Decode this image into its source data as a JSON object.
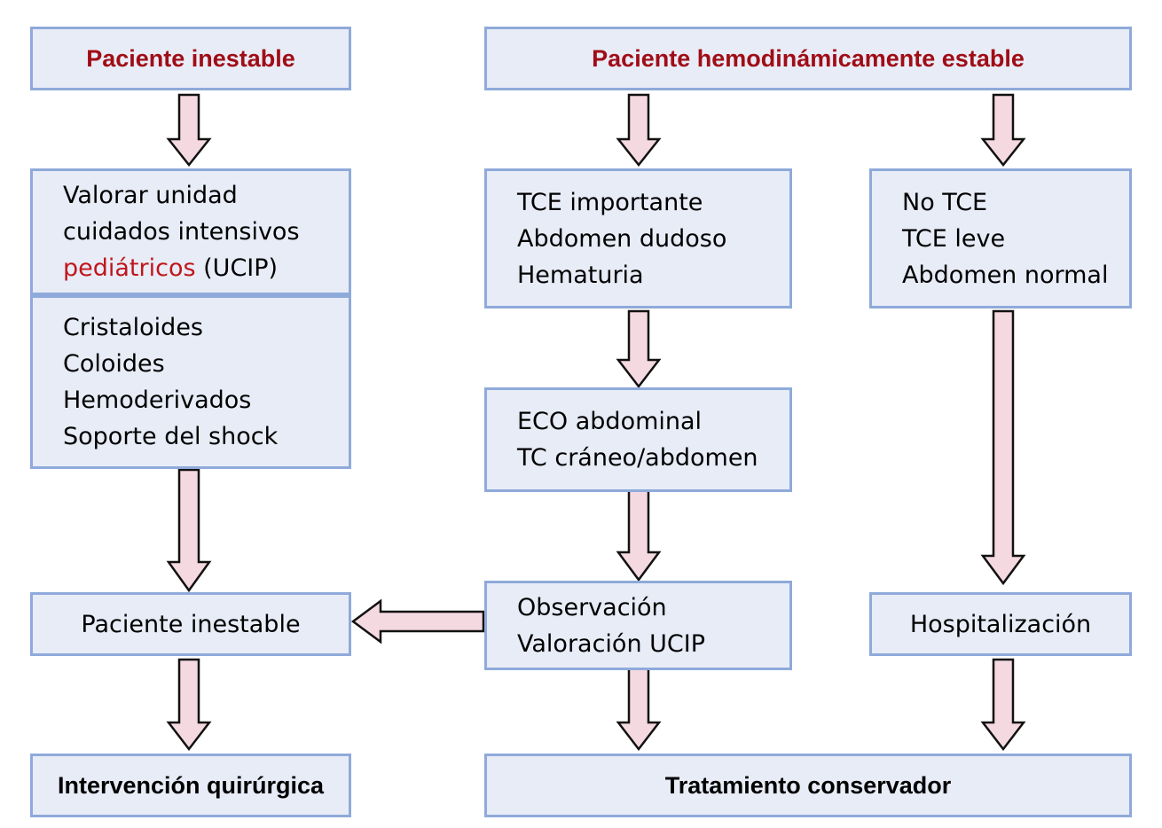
{
  "diagram": {
    "title_color": "#a00d16",
    "box_fill": "#e8ecf7",
    "box_border": "#8faada",
    "arrow_fill": "#f5d9e0",
    "arrow_stroke": "#111111",
    "nodes": {
      "unstable_header": {
        "text": "Paciente inestable"
      },
      "stable_header": {
        "text": "Paciente hemodinámicamente estable"
      },
      "ucip": {
        "line1_red": "Valorar unidad",
        "line2_red": "cuidados intensivos",
        "line3_red": "pediátricos",
        "line3_black": " (UCIP)"
      },
      "fluids": {
        "lines": [
          "Cristaloides",
          "Coloides",
          "Hemoderivados",
          "Soporte del shock"
        ]
      },
      "tce_important": {
        "lines": [
          "TCE importante",
          "Abdomen dudoso",
          "Hematuria"
        ]
      },
      "no_tce": {
        "lines": [
          "No TCE",
          "TCE leve",
          "Abdomen normal"
        ]
      },
      "imaging": {
        "lines": [
          "ECO abdominal",
          "TC cráneo/abdomen"
        ]
      },
      "observation": {
        "lines": [
          "Observación",
          "Valoración UCIP"
        ]
      },
      "unstable_patient": {
        "text": "Paciente inestable"
      },
      "hospitalization": {
        "text": "Hospitalización"
      },
      "surgery": {
        "text": "Intervención quirúrgica"
      },
      "conservative": {
        "text": "Tratamiento conservador"
      }
    },
    "arrows": [
      {
        "name": "arrow-unstable-header-to-ucip",
        "direction": "down"
      },
      {
        "name": "arrow-stable-header-to-tce",
        "direction": "down"
      },
      {
        "name": "arrow-stable-header-to-no-tce",
        "direction": "down"
      },
      {
        "name": "arrow-fluids-to-unstable-patient",
        "direction": "down"
      },
      {
        "name": "arrow-tce-to-imaging",
        "direction": "down"
      },
      {
        "name": "arrow-imaging-to-observation",
        "direction": "down"
      },
      {
        "name": "arrow-no-tce-to-hospitalization",
        "direction": "down"
      },
      {
        "name": "arrow-observation-to-unstable-patient",
        "direction": "left"
      },
      {
        "name": "arrow-unstable-patient-to-surgery",
        "direction": "down"
      },
      {
        "name": "arrow-observation-to-conservative",
        "direction": "down"
      },
      {
        "name": "arrow-hospitalization-to-conservative",
        "direction": "down"
      }
    ]
  }
}
